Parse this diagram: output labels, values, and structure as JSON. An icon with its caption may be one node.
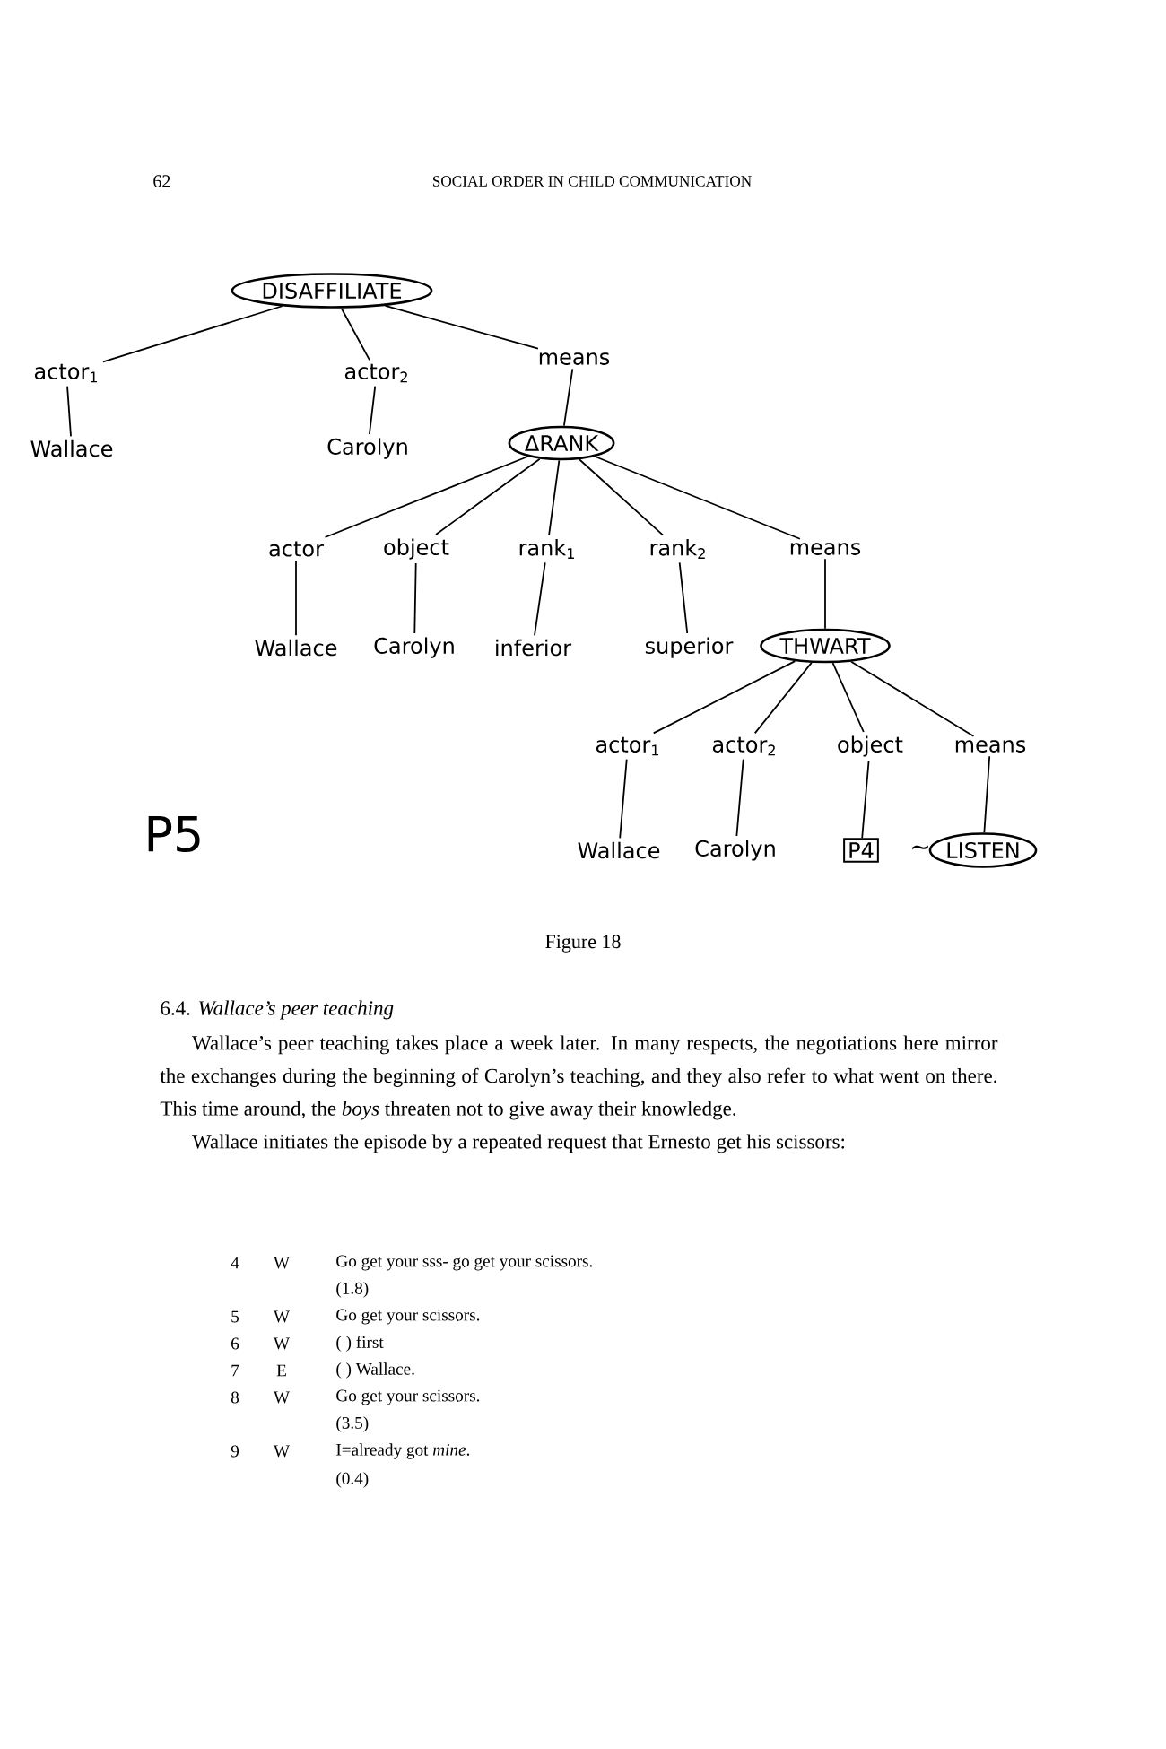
{
  "diagram": {
    "caption": "Figure 18",
    "nodes": [
      {
        "text": [
          "DISAFFILIATE"
        ]
      },
      {
        "text": [
          "actor$_{1}$"
        ]
      },
      {
        "text": [
          "actor$_{2}$"
        ]
      },
      {
        "text": [
          "means"
        ]
      },
      {
        "text": [
          "Wallace"
        ]
      },
      {
        "text": [
          "Carolyn"
        ]
      },
      {
        "text": [
          "ΔRANK"
        ]
      },
      {
        "text": [
          "actor"
        ]
      },
      {
        "text": [
          "object"
        ]
      },
      {
        "text": [
          "rank$_{1}$"
        ]
      },
      {
        "text": [
          "rank$_{2}$"
        ]
      },
      {
        "text": [
          "means"
        ]
      },
      {
        "text": [
          "Wallace"
        ]
      },
      {
        "text": [
          "Carolyn"
        ]
      },
      {
        "text": [
          "inferior"
        ]
      },
      {
        "text": [
          "superior"
        ]
      },
      {
        "text": [
          "THWART"
        ]
      },
      {
        "text": [
          "actor$_{1}$"
        ]
      },
      {
        "text": [
          "actor$_{2}$"
        ]
      },
      {
        "text": [
          "object"
        ]
      },
      {
        "text": [
          "means"
        ]
      },
      {
        "text": [
          "Wallace"
        ]
      },
      {
        "text": [
          "Carolyn"
        ]
      },
      {
        "text": [
          "P4"
        ]
      },
      {
        "text": [
          "LISTEN"
        ]
      }
    ],
    "edges": [
      {
        "from": 0,
        "to": 1,
        "arrow": "none"
      },
      {
        "from": 0,
        "to": 2,
        "arrow": "none"
      },
      {
        "from": 0,
        "to": 3,
        "arrow": "none"
      },
      {
        "from": 1,
        "to": 4,
        "arrow": "none"
      },
      {
        "from": 2,
        "to": 5,
        "arrow": "none"
      },
      {
        "from": 3,
        "to": 6,
        "arrow": "none"
      },
      {
        "from": 6,
        "to": 7,
        "arrow": "none"
      },
      {
        "from": 6,
        "to": 8,
        "arrow": "none"
      },
      {
        "from": 6,
        "to": 9,
        "arrow": "none"
      },
      {
        "from": 6,
        "to": 10,
        "arrow": "none"
      },
      {
        "from": 6,
        "to": 11,
        "arrow": "none"
      },
      {
        "from": 7,
        "to": 12,
        "arrow": "none"
      },
      {
        "from": 8,
        "to": 13,
        "arrow": "none"
      },
      {
        "from": 9,
        "to": 14,
        "arrow": "none"
      },
      {
        "from": 10,
        "to": 15,
        "arrow": "none"
      },
      {
        "from": 11,
        "to": 16,
        "arrow": "none"
      },
      {
        "from": 16,
        "to": 17,
        "arrow": "none"
      },
      {
        "from": 16,
        "to": 18,
        "arrow": "none"
      },
      {
        "from": 16,
        "to": 19,
        "arrow": "none"
      },
      {
        "from": 16,
        "to": 20,
        "arrow": "none"
      },
      {
        "from": 17,
        "to": 21,
        "arrow": "none"
      },
      {
        "from": 18,
        "to": 22,
        "arrow": "none"
      },
      {
        "from": 19,
        "to": 23,
        "arrow": "none"
      },
      {
        "from": 20,
        "to": 24,
        "arrow": "none"
      }
    ],
    "labels": [
      "62",
      "SOCIAL ORDER IN CHILD COMMUNICATION",
      "P5",
      "~",
      "6.4. *Wallace’s peer teaching*",
      "Wallace’s peer teaching takes place a week later. In many respects, the negotiations here mirror the exchanges during the beginning of Carolyn’s teaching, and they also refer to what went on there. This time around, the *boys* threaten not to give away their knowledge.",
      "Wallace initiates the episode by a repeated request that Ernesto get his scissors:",
      "4",
      "W",
      "Go get your sss- go get your scissors.",
      "(1.8)",
      "5",
      "W",
      "Go get your scissors.",
      "6",
      "W",
      "(          ) first",
      "7",
      "E",
      "(        ) Wallace.",
      "8",
      "W",
      "Go get your scissors.",
      "(3.5)",
      "9",
      "W",
      "I=already got *mine*.",
      "(0.4)"
    ]
  }
}
